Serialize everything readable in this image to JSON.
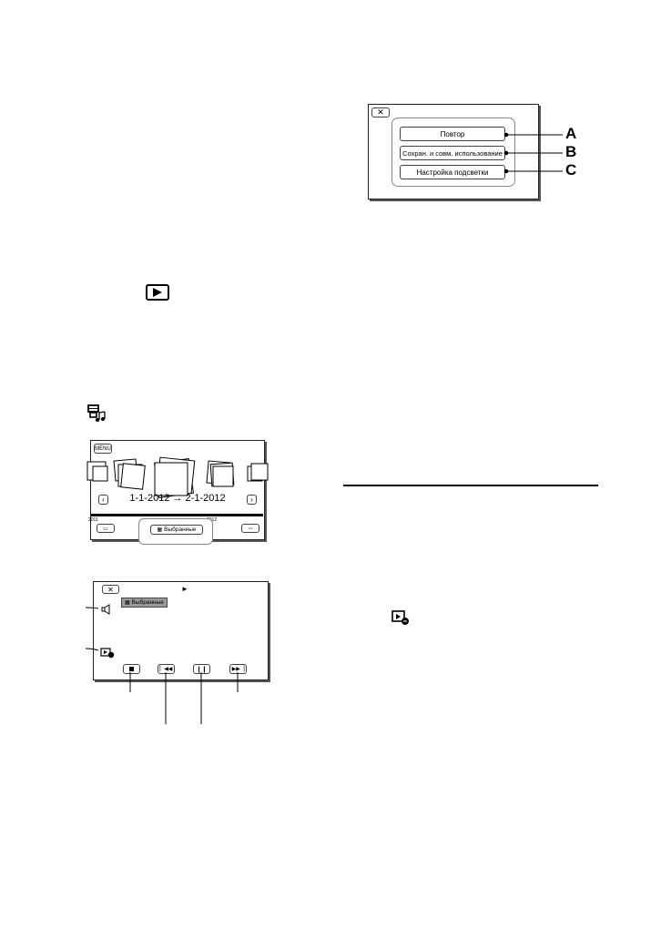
{
  "menu_screen": {
    "close_label": "✕",
    "options": [
      {
        "label": "Повтор",
        "callout": "A"
      },
      {
        "label": "Сохран. и совм. использование",
        "callout": "B"
      },
      {
        "label": "Настройка подсветки",
        "callout": "C"
      }
    ]
  },
  "highlight_screen": {
    "menu_label": "MENU",
    "date_range": "1-1-2012 → 2-1-2012",
    "timeline_left": "2011",
    "timeline_right": "2012",
    "highlight_button": "Выбранные"
  },
  "playback_screen": {
    "close_label": "✕",
    "play_indicator": "►",
    "title_badge": "Выбранные"
  },
  "icons": [
    "playback-icon",
    "highlight-movie-icon",
    "share-playback-icon",
    "volume-icon",
    "stop-icon",
    "previous-icon",
    "pause-icon",
    "next-icon"
  ]
}
